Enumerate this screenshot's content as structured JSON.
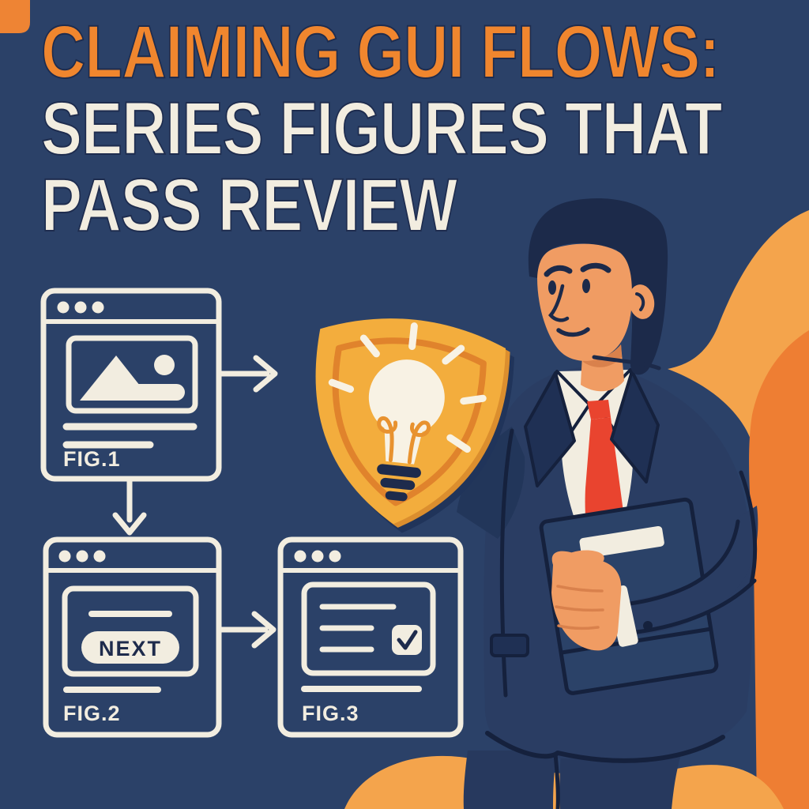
{
  "poster": {
    "title": {
      "line1": "CLAIMING GUI FLOWS:",
      "line2": "SERIES FIGURES THAT",
      "line3": "PASS REVIEW"
    },
    "figures": {
      "fig1": {
        "label": "FIG.1",
        "content_icon": "image-placeholder-icon"
      },
      "fig2": {
        "label": "FIG.2",
        "button_label": "NEXT"
      },
      "fig3": {
        "label": "FIG.3",
        "content_icon": "checked-checkbox-icon"
      }
    },
    "flow_arrows": [
      "fig1-right-to-shield",
      "fig1-down-to-fig2",
      "fig2-right-to-fig3"
    ],
    "illustration": {
      "badge": "golden-shield-with-lightbulb",
      "person": "businessman-in-navy-suit-holding-folder"
    },
    "colors": {
      "background": "#2B4168",
      "title_orange": "#F0862E",
      "cream": "#F2EDE0",
      "shield_gold": "#F3AD3D",
      "shield_border": "#E0832C",
      "accent_orange_light": "#F4A44C",
      "accent_orange_deep": "#EE7E33",
      "suit_navy": "#2A3D63",
      "hair_navy": "#1C2A4A",
      "outline_navy": "#15213D",
      "tie_red": "#E9442F",
      "skin": "#F09C63"
    }
  }
}
